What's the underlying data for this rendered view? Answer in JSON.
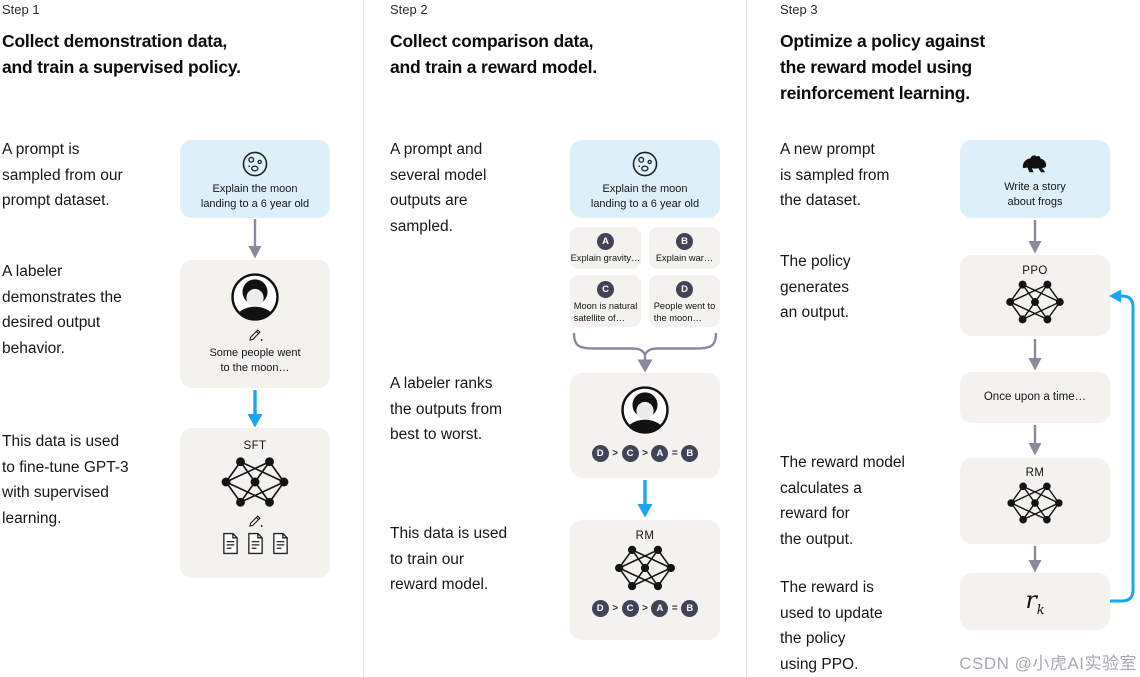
{
  "watermark": "CSDN @小虎AI实验室",
  "colors": {
    "prompt_box_bg": "#ddf0fa",
    "gray_box_bg": "#f3f2ef",
    "arrow_gray": "#8a8a9c",
    "arrow_blue": "#1ba7ef",
    "badge_bg": "#414456",
    "divider": "#e5e5e5"
  },
  "steps": [
    {
      "label": "Step 1",
      "title": "Collect demonstration data,\nand train a supervised policy.",
      "paragraphs": {
        "p1": "A prompt is\nsampled from our\nprompt dataset.",
        "p2": "A labeler\ndemonstrates the\ndesired output\nbehavior.",
        "p3": "This data is used\nto fine-tune GPT-3\nwith supervised\nlearning."
      },
      "prompt_box": {
        "icon": "moon-icon",
        "text": "Explain the moon\nlanding to a 6 year old"
      },
      "demo_box": {
        "icon": "labeler-icon",
        "text": "Some people went\nto the moon…"
      },
      "sft_box": {
        "label": "SFT"
      }
    },
    {
      "label": "Step 2",
      "title": "Collect comparison data,\nand train a reward model.",
      "paragraphs": {
        "p1": "A prompt and\nseveral model\noutputs are\nsampled.",
        "p2": "A labeler ranks\nthe outputs from\nbest to worst.",
        "p3": "This data is used\nto train our\nreward model."
      },
      "prompt_box": {
        "icon": "moon-icon",
        "text": "Explain the moon\nlanding to a 6 year old"
      },
      "outputs": [
        {
          "letter": "A",
          "text": "Explain gravity…"
        },
        {
          "letter": "B",
          "text": "Explain war…"
        },
        {
          "letter": "C",
          "text": "Moon is natural\nsatellite of…"
        },
        {
          "letter": "D",
          "text": "People went to\nthe moon…"
        }
      ],
      "rank_sequence": [
        "D",
        ">",
        "C",
        ">",
        "A",
        "=",
        "B"
      ],
      "rm_box": {
        "label": "RM"
      }
    },
    {
      "label": "Step 3",
      "title": "Optimize a policy against\nthe reward model using\nreinforcement learning.",
      "paragraphs": {
        "p1": "A new prompt\nis sampled from\nthe dataset.",
        "p2": "The policy\ngenerates\nan output.",
        "p3": "The reward model\ncalculates a\nreward for\nthe output.",
        "p4": "The reward is\nused to update\nthe policy\nusing PPO."
      },
      "prompt_box": {
        "icon": "frog-icon",
        "text": "Write a story\nabout frogs"
      },
      "ppo_box": {
        "label": "PPO"
      },
      "output_box": {
        "text": "Once upon a time…"
      },
      "rm_box": {
        "label": "RM"
      },
      "reward_box": {
        "base": "r",
        "subscript": "k"
      }
    }
  ]
}
